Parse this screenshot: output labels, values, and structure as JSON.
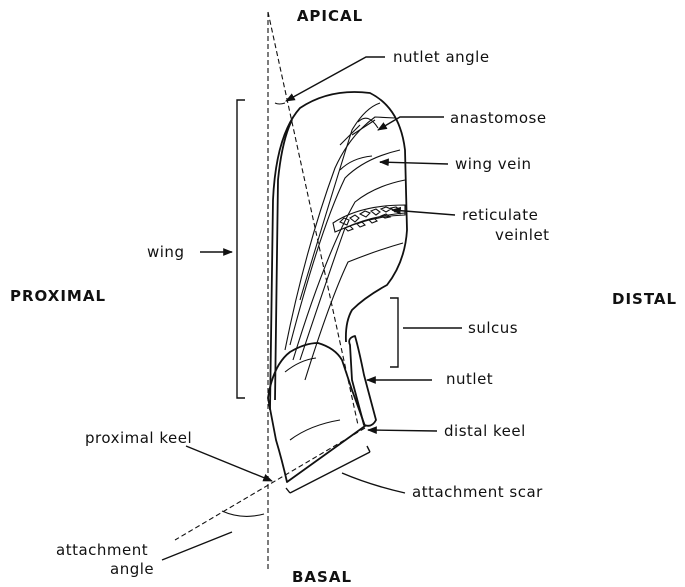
{
  "directions": {
    "top": "APICAL",
    "bottom": "BASAL",
    "left": "PROXIMAL",
    "right": "DISTAL"
  },
  "labels": {
    "nutlet_angle": "nutlet angle",
    "anastomose": "anastomose",
    "wing_vein": "wing vein",
    "reticulate_veinlet_line1": "reticulate",
    "reticulate_veinlet_line2": "veinlet",
    "wing": "wing",
    "sulcus": "sulcus",
    "nutlet": "nutlet",
    "distal_keel": "distal keel",
    "proximal_keel": "proximal keel",
    "attachment_scar": "attachment scar",
    "attachment_angle_line1": "attachment",
    "attachment_angle_line2": "angle"
  },
  "colors": {
    "ink": "#111111",
    "background": "#ffffff"
  }
}
